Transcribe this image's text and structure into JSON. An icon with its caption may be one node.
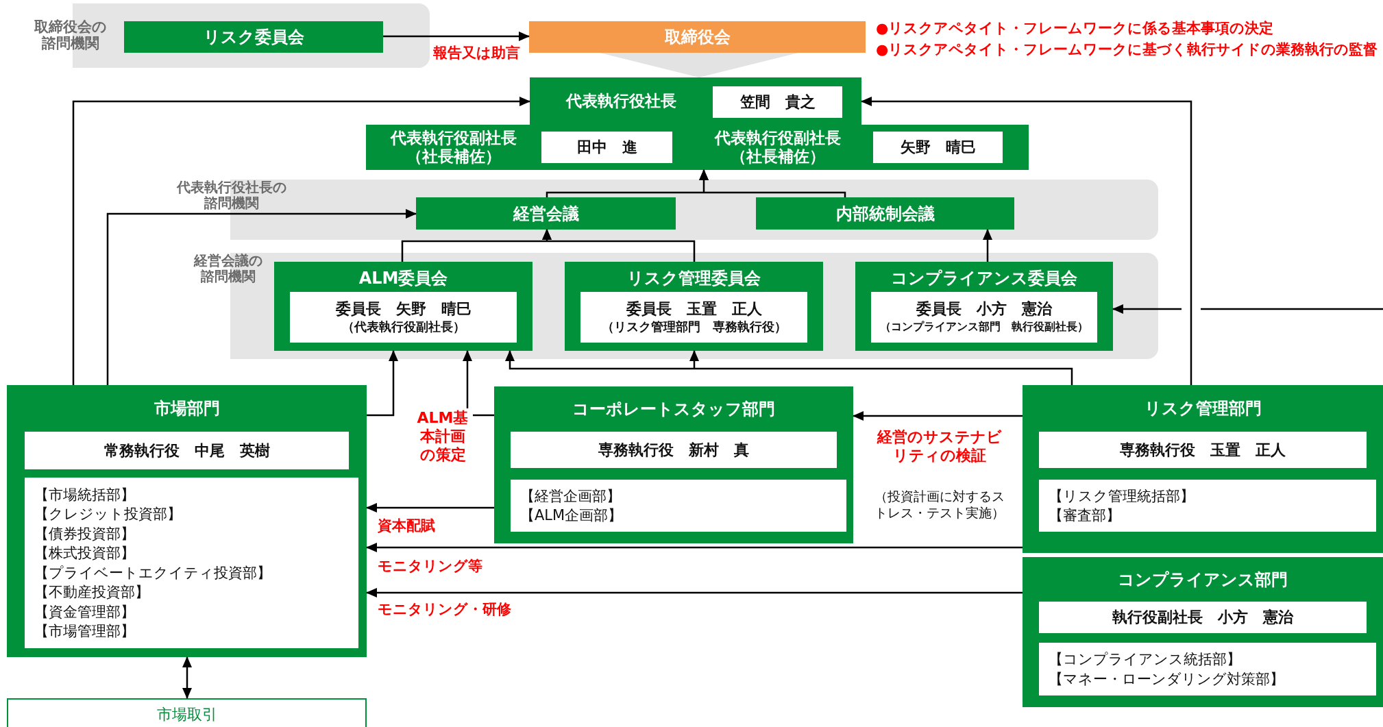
{
  "diagram": {
    "nodes": [
      {
        "text": [
          "取締役会の諮問機関"
        ]
      },
      {
        "text": [
          "リスク委員会"
        ],
        "in": 0
      },
      {
        "text": [
          "取締役会"
        ],
        "beside": [
          "●リスクアペタイト・フレームワークに係る基本事項の決定",
          "●リスクアペタイト・フレームワークに基づく執行サイドの業務執行の監督"
        ]
      },
      {
        "text": [
          "代表執行役社長",
          "笠間　貴之"
        ]
      },
      {
        "text": [
          "代表執行役副社長（社長補佐）",
          "田中　進"
        ]
      },
      {
        "text": [
          "代表執行役副社長（社長補佐）",
          "矢野　晴巳"
        ]
      },
      {
        "text": [
          "代表執行役社長の諮問機関"
        ]
      },
      {
        "text": [
          "経営会議"
        ],
        "in": 6
      },
      {
        "text": [
          "内部統制会議"
        ],
        "in": 6
      },
      {
        "text": [
          "経営会議の諮問機関"
        ]
      },
      {
        "text": [
          "ALM委員会",
          "委員長　矢野　晴巳",
          "（代表執行役副社長）"
        ],
        "in": 9
      },
      {
        "text": [
          "リスク管理委員会",
          "委員長　玉置　正人",
          "（リスク管理部門　専務執行役）"
        ],
        "in": 9
      },
      {
        "text": [
          "コンプライアンス委員会",
          "委員長　小方　憲治",
          "（コンプライアンス部門　執行役副社長）"
        ],
        "in": 9
      },
      {
        "text": [
          "市場部門",
          "常務執行役　中尾　英樹",
          "【市場統括部】",
          "【クレジット投資部】",
          "【債券投資部】",
          "【株式投資部】",
          "【プライベートエクイティ投資部】",
          "【不動産投資部】",
          "【資金管理部】",
          "【市場管理部】"
        ]
      },
      {
        "text": [
          "市場取引"
        ]
      },
      {
        "text": [
          "コーポレートスタッフ部門",
          "専務執行役　新村　真",
          "【経営企画部】",
          "【ALM企画部】"
        ]
      },
      {
        "text": [
          "リスク管理部門",
          "専務執行役　玉置　正人",
          "【リスク管理統括部】",
          "【審査部】"
        ]
      },
      {
        "text": [
          "コンプライアンス部門",
          "執行役副社長　小方　憲治",
          "【コンプライアンス統括部】",
          "【マネー・ローンダリング対策部】"
        ]
      }
    ],
    "edges": [
      {
        "from": 1,
        "to": 2,
        "arrow": "to",
        "label": "報告又は助言"
      },
      {
        "from": 7,
        "to": 5,
        "arrow": "to"
      },
      {
        "from": 8,
        "to": 5,
        "arrow": "to"
      },
      {
        "from": 10,
        "to": 7,
        "arrow": "to"
      },
      {
        "from": 11,
        "to": 7,
        "arrow": "to"
      },
      {
        "from": 12,
        "to": 8,
        "arrow": "to"
      },
      {
        "from": null,
        "to": 12,
        "arrow": "to"
      },
      {
        "from": 13,
        "to": 3,
        "arrow": "to"
      },
      {
        "from": 13,
        "to": 7,
        "arrow": "to"
      },
      {
        "from": 13,
        "to": 10,
        "arrow": "to"
      },
      {
        "from": 15,
        "to": 10,
        "arrow": "to",
        "label": "ALM基本計画の策定"
      },
      {
        "from": 15,
        "to": 13,
        "arrow": "to",
        "label": "資本配賦"
      },
      {
        "from": 16,
        "to": 10,
        "arrow": "to"
      },
      {
        "from": 16,
        "to": 11,
        "arrow": "to"
      },
      {
        "from": 16,
        "to": 3,
        "arrow": "to"
      },
      {
        "from": 16,
        "to": 15,
        "arrow": "to",
        "label": "経営のサステナビリティの検証"
      },
      {
        "from": 16,
        "to": 13,
        "arrow": "to",
        "label": "モニタリング等"
      },
      {
        "from": 17,
        "to": 13,
        "arrow": "to",
        "label": "モニタリング・研修"
      },
      {
        "from": 13,
        "to": 14,
        "arrow": "both"
      },
      {
        "from": 2,
        "to": 3,
        "arrow": "to",
        "style": "thick",
        "color": "#e3e3e3"
      }
    ],
    "labels": [
      "（投資計画に対するストレス・テスト実施）"
    ]
  }
}
